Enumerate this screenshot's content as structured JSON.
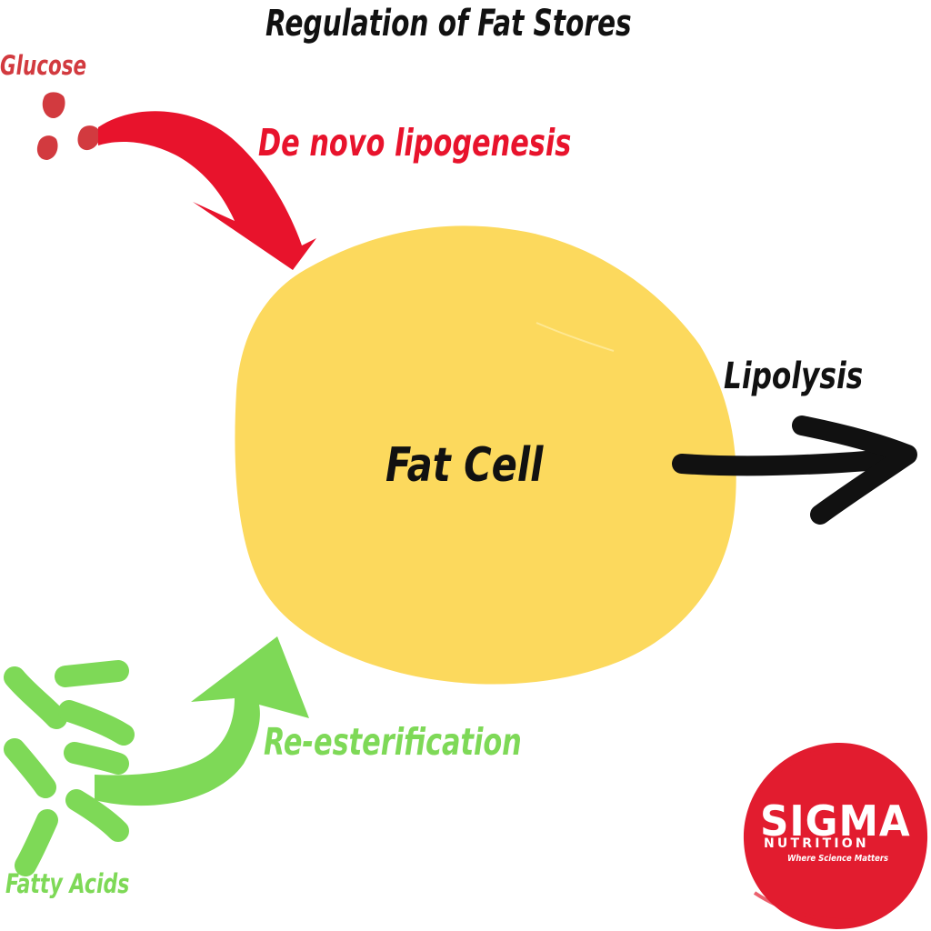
{
  "title": "Regulation of Fat Stores",
  "nodes": {
    "glucose": {
      "label": "Glucose",
      "color": "#d23a3f"
    },
    "fat_cell": {
      "label": "Fat Cell",
      "color": "#fcd95d"
    },
    "fatty_acids": {
      "label": "Fatty Acids",
      "color": "#7ed957"
    }
  },
  "processes": {
    "de_novo_lipogenesis": {
      "label": "De novo lipogenesis",
      "color": "#e8132c"
    },
    "lipolysis": {
      "label": "Lipolysis",
      "color": "#111111"
    },
    "re_esterification": {
      "label": "Re-esterification",
      "color": "#7ed957"
    }
  },
  "logo": {
    "name": "SIGMA",
    "subtitle": "NUTRITION",
    "tagline": "Where Science Matters",
    "color": "#e21c2f"
  }
}
